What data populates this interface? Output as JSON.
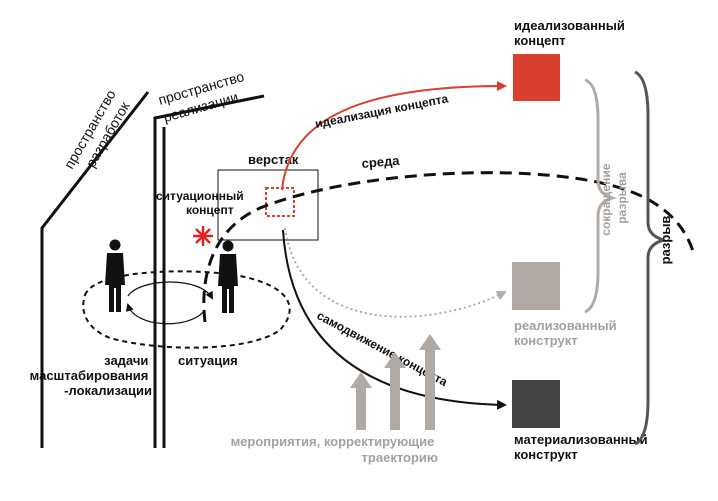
{
  "labels": {
    "dev_space_line1": "пространство",
    "dev_space_line2": "разработок",
    "impl_space_line1": "пространство",
    "impl_space_line2": "реализации",
    "workbench": "верстак",
    "situational_concept_line1": "ситуационный",
    "situational_concept_line2": "концепт",
    "environment": "среда",
    "idealization": "идеализация концепта",
    "self_motion": "самодвижение концепта",
    "situation": "ситуация",
    "tasks_line1": "задачи",
    "tasks_line2": "масштабирования",
    "tasks_line3": "-локализации",
    "measures_line1": "мероприятия, корректирующие",
    "measures_line2": "траекторию",
    "idealized_line1": "идеализованный",
    "idealized_line2": "концепт",
    "realized_line1": "реализованный",
    "realized_line2": "конструкт",
    "materialized_line1": "материализованный",
    "materialized_line2": "конструкт",
    "gap_reduction_line1": "сокращение",
    "gap_reduction_line2": "разрыва",
    "gap": "разрыв"
  },
  "colors": {
    "ideal": "#d9402f",
    "realized": "#b0aaa6",
    "material": "#444444",
    "gray_text": "#a6a09c",
    "marker": "#e02020"
  }
}
